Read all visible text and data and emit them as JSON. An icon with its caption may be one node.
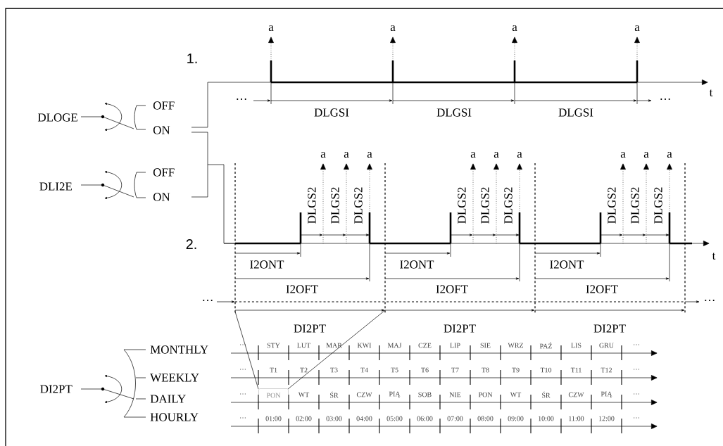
{
  "diagram": {
    "nodes": [
      {
        "text": [
          "PON"
        ]
      }
    ],
    "labels": [
      "a",
      "a",
      "a",
      "a",
      "1.",
      "…",
      "DLGSI",
      "DLGSI",
      "DLGSI",
      "t",
      "…",
      "DLOGE",
      "OFF",
      "ON",
      "DLI2E",
      "OFF",
      "ON",
      "a",
      "a",
      "a",
      "a",
      "a",
      "a",
      "a",
      "a",
      "a",
      "DLGS2",
      "DLGS2",
      "DLGS2",
      "DLGS2",
      "DLGS2",
      "DLGS2",
      "DLGS2",
      "DLGS2",
      "DLGS2",
      "2.",
      "t",
      "I2ONT",
      "I2ONT",
      "I2ONT",
      "I2OFT",
      "I2OFT",
      "I2OFT",
      "…",
      "…",
      "DI2PT",
      "DI2PT",
      "DI2PT",
      "DI2PT",
      "MONTHLY",
      "WEEKLY",
      "DAILY",
      "HOURLY",
      "…",
      "STY",
      "LUT",
      "MAR",
      "KWI",
      "MAJ",
      "CZE",
      "LIP",
      "SIE",
      "WRZ",
      "PAŹ",
      "LIS",
      "GRU",
      "…",
      "…",
      "T1",
      "T2",
      "T3",
      "T4",
      "T5",
      "T6",
      "T7",
      "T8",
      "T9",
      "T10",
      "T11",
      "T12",
      "…",
      "…",
      "WT",
      "ŚR",
      "CZW",
      "PIĄ",
      "SOB",
      "NIE",
      "PON",
      "WT",
      "ŚR",
      "CZW",
      "PIĄ",
      "…",
      "…",
      "01:00",
      "02:00",
      "03:00",
      "04:00",
      "05:00",
      "06:00",
      "07:00",
      "08:00",
      "09:00",
      "10:00",
      "11:00",
      "12:00",
      "…"
    ]
  }
}
